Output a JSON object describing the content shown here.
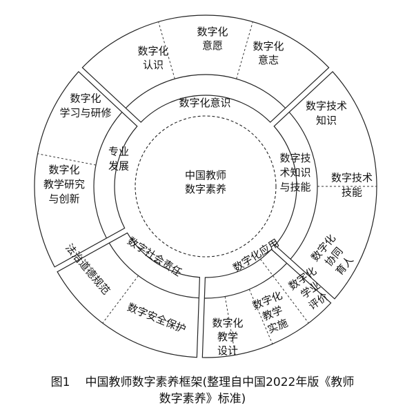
{
  "diagram": {
    "center": "中国教师\n数字素养",
    "dimensions": {
      "awareness": "数字化意识",
      "knowledge": "数字技\n术知识\n与技能",
      "application": "数字化应用",
      "responsibility": "数字社会责任",
      "development": "专业\n发展"
    },
    "items": {
      "aw_cognition": "数字化\n认识",
      "aw_intention": "数字化\n意愿",
      "aw_will": "数字化\n意志",
      "kn_knowledge": "数字技术\n知识",
      "kn_skills": "数字技术\n技能",
      "ap_design": "数字化\n教学\n设计",
      "ap_implementation": "数字化\n教学\n实施",
      "ap_evaluation": "数字化\n学业\n评价",
      "ap_coeducation": "数字化\n协同\n育人",
      "rs_ethics": "法治道德规范",
      "rs_security": "数字安全保护",
      "dv_learning": "数字化\n学习与研修",
      "dv_research": "数字化\n教学研究\n与创新"
    }
  },
  "caption": {
    "figure_number": "图1",
    "line1": "中国教师数字素养框架(整理自中国2022年版《教师",
    "line2": "数字素养》标准)"
  }
}
